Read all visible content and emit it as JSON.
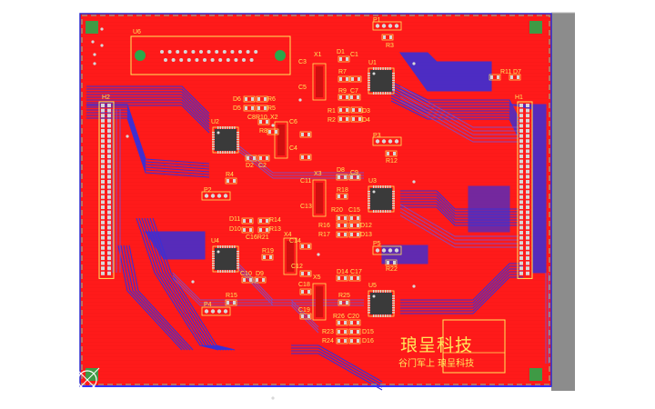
{
  "theme": {
    "board": "#ff1a1a",
    "board_dark": "#e01010",
    "trace_blue": "#3a2fd6",
    "trace_violet": "#8a49b8",
    "silk": "#ffe85a",
    "pad": "#d8d8d8",
    "outline_green": "#2aa84a",
    "dash_green": "#7ec8a0",
    "margin_gray": "#8c8c8c"
  },
  "components": {
    "U6": "U6",
    "P1": "P1",
    "R3": "R3",
    "X1": "X1",
    "D1": "D1",
    "C1": "C1",
    "C3": "C3",
    "C5": "C5",
    "R7": "R7",
    "U1": "U1",
    "R9": "R9",
    "C7": "C7",
    "R1": "R1",
    "D3": "D3",
    "R2": "R2",
    "D4": "D4",
    "R11": "R11",
    "D7": "D7",
    "H1": "H1",
    "H2": "H2",
    "D6": "D6",
    "R6": "R6",
    "D5": "D5",
    "R5": "R5",
    "C8": "C8R10",
    "X2": "X2",
    "C6": "C6",
    "U2": "U2",
    "R8": "R8",
    "C4": "C4",
    "D2": "D2",
    "C2": "C2",
    "R4": "R4",
    "P3": "P3",
    "R12": "R12",
    "X3": "X3",
    "D8": "D8",
    "C9": "C9",
    "C11": "C11",
    "R18": "R18",
    "U3": "U3",
    "C13": "C13",
    "R20": "R20",
    "C15": "C15",
    "P2": "P2",
    "D11": "D11",
    "R14": "R14",
    "D10": "D10",
    "R13": "R13",
    "R16": "R16",
    "D12": "D12",
    "R17": "R17",
    "D13": "D13",
    "U4": "U4",
    "C16": "C16R21",
    "X4": "X4",
    "C14": "C14",
    "R19": "R19",
    "P5": "P5",
    "C12": "C12",
    "R22": "R22",
    "C10": "C10",
    "D9": "D9",
    "D14": "D14",
    "C17": "C17",
    "X5": "X5",
    "C18": "C18",
    "R25": "R25",
    "U5": "U5",
    "R15": "R15",
    "C19": "C19",
    "P4": "P4",
    "R26": "R26",
    "C20": "C20",
    "R23": "R23",
    "D15": "D15",
    "R24": "R24",
    "D16": "D16"
  },
  "brand": {
    "title": "琅呈科技",
    "subtitle": "谷门军上 琅呈科技"
  }
}
